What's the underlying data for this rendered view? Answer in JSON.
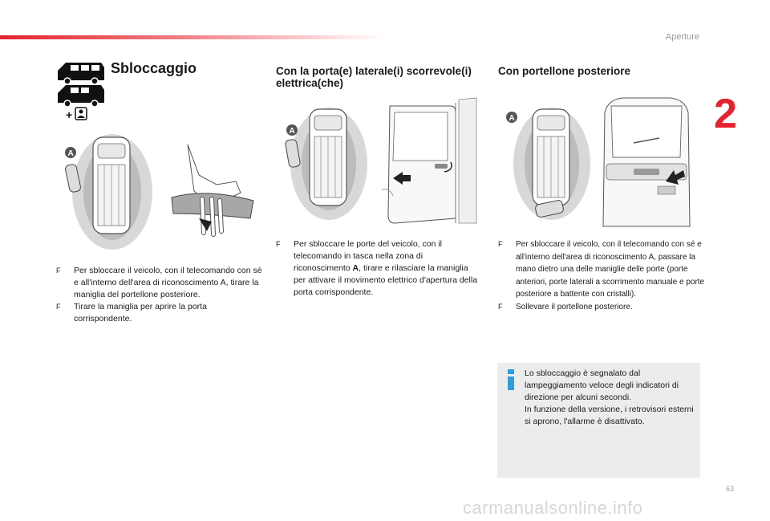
{
  "header": {
    "chapter": "Aperture",
    "chapter_number": "2",
    "page_number": "63"
  },
  "sections": {
    "main": {
      "title": "Sbloccaggio",
      "bullets": [
        "Per sbloccare il veicolo, con il telecomando con sé e all'interno dell'area di riconoscimento A, tirare la maniglia del portellone posteriore.",
        "Tirare la maniglia per aprire la porta corrispondente."
      ]
    },
    "sliding": {
      "title": "Con la porta(e) laterale(i) scorrevole(i) elettrica(che)",
      "bullet_pre": "Per sbloccare le porte del veicolo, con il telecomando in tasca nella zona di riconoscimento ",
      "bullet_bold": "A",
      "bullet_post": ", tirare e rilasciare la maniglia per attivare il movimento elettrico d'apertura della porta corrispondente."
    },
    "tailgate": {
      "title": "Con portellone posteriore",
      "bullets": [
        "Per sbloccare il veicolo, con il telecomando con sé e all'interno dell'area di riconoscimento A, passare la mano dietro una delle maniglie delle porte (porte anteriori, porte laterali a scorrimento manuale e porte posteriore a battente con cristalli).",
        "Sollevare il portellone posteriore."
      ]
    }
  },
  "note": {
    "icon": "info-icon",
    "text": "Lo sbloccaggio è segnalato dal lampeggiamento veloce degli indicatori di direzione per alcuni secondi.\nIn funzione della versione, i retrovisori esterni si aprono, l'allarme è disattivato."
  },
  "figures": {
    "zone_label": "A",
    "bullet_marker": "F",
    "vehicle_plus": "+"
  },
  "watermark": "carmanualsonline.info",
  "colors": {
    "accent": "#e3232f",
    "info_blue": "#2a9fd8",
    "note_bg": "#ececec"
  }
}
